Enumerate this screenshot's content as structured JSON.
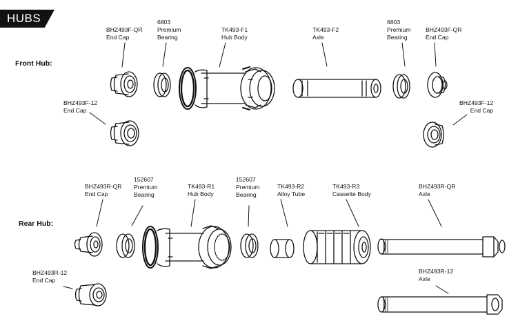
{
  "header": {
    "title": "HUBS"
  },
  "front": {
    "title": "Front Hub:",
    "labels": {
      "endcap_qr_left": [
        "BHZ493F-QR",
        "End Cap"
      ],
      "bearing_left": [
        "6803",
        "Premium",
        "Bearing"
      ],
      "hub_body": [
        "TK493-F1",
        "Hub Body"
      ],
      "axle": [
        "TK493-F2",
        "Axle"
      ],
      "bearing_right": [
        "6803",
        "Premium",
        "Bearing"
      ],
      "endcap_qr_right": [
        "BHZ493F-QR",
        "End Cap"
      ],
      "endcap_12_left": [
        "BHZ493F-12",
        "End Cap"
      ],
      "endcap_12_right": [
        "BHZ493F-12",
        "End Cap"
      ]
    }
  },
  "rear": {
    "title": "Rear Hub:",
    "labels": {
      "endcap_qr": [
        "BHZ493R-QR",
        "End Cap"
      ],
      "bearing_left": [
        "152607",
        "Premium",
        "Bearing"
      ],
      "hub_body": [
        "TK493-R1",
        "Hub Body"
      ],
      "bearing_right": [
        "152607",
        "Premium",
        "Bearing"
      ],
      "alloy_tube": [
        "TK493-R2",
        "Alloy Tube"
      ],
      "cassette_body": [
        "TK493-R3",
        "Cassette Body"
      ],
      "axle_qr": [
        "BHZ493R-QR",
        "Axle"
      ],
      "endcap_12": [
        "BHZ493R-12",
        "End Cap"
      ],
      "axle_12": [
        "BHZ493R-12",
        "Axle"
      ]
    }
  }
}
